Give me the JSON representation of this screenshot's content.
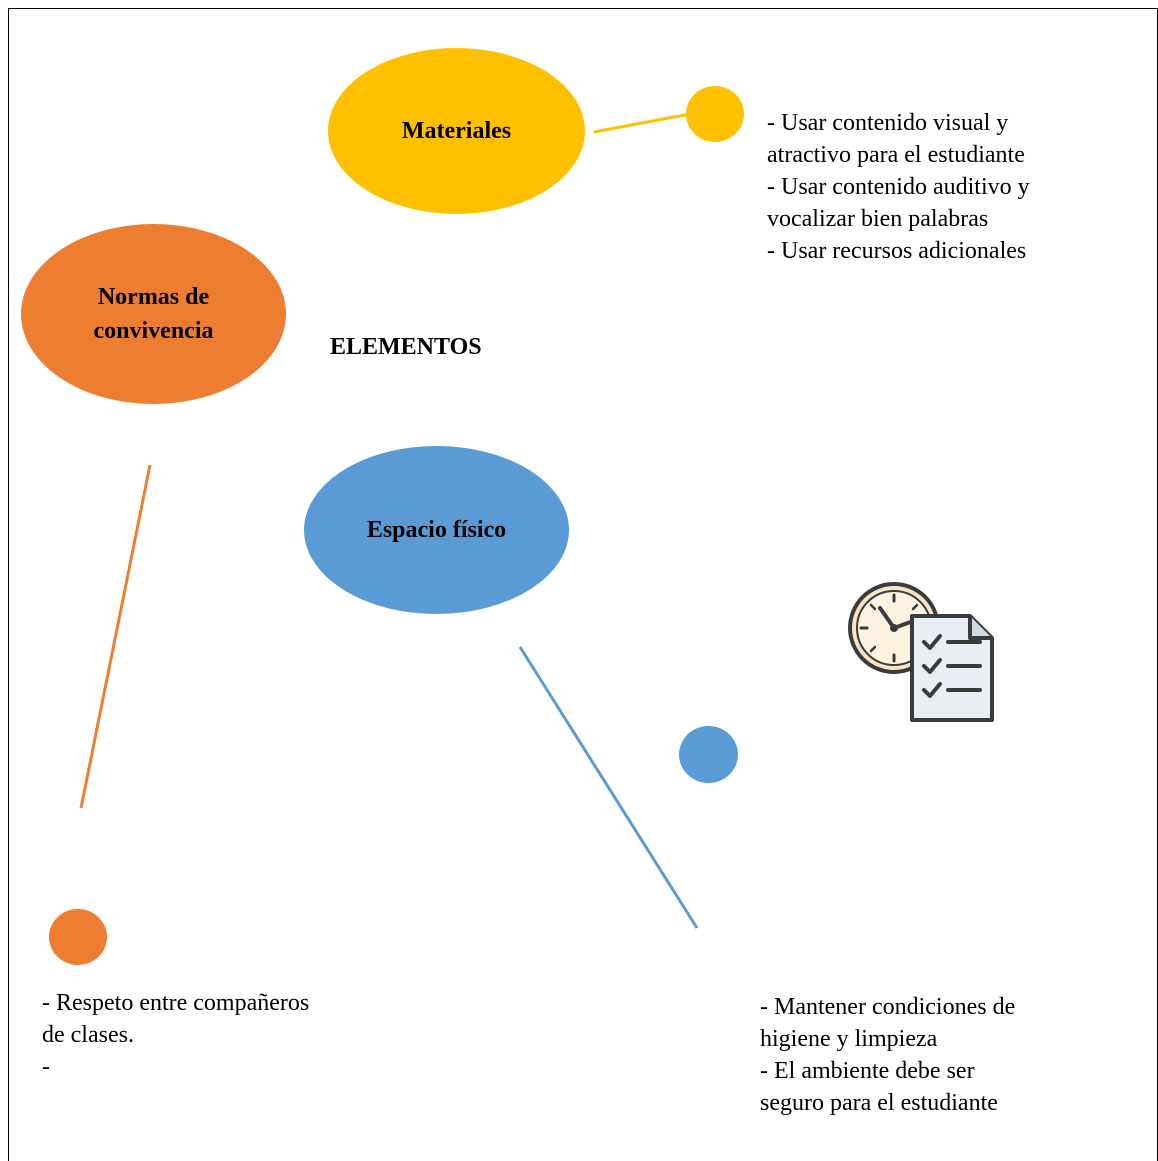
{
  "diagram": {
    "center_label": "ELEMENTOS",
    "colors": {
      "materiales": "#ffc000",
      "normas": "#ed7d31",
      "espacio": "#5b9bd5",
      "frame": "#000000"
    },
    "nodes": {
      "materiales": {
        "title": "Materiales",
        "notes": [
          "- Usar contenido visual y",
          "atractivo para el estudiante",
          "- Usar contenido auditivo y",
          "vocalizar bien palabras",
          "- Usar recursos adicionales"
        ]
      },
      "normas": {
        "title_line1": "Normas de",
        "title_line2": "convivencia",
        "notes": [
          "- Respeto entre compañeros",
          "de clases.",
          "-"
        ]
      },
      "espacio": {
        "title": "Espacio físico",
        "notes": [
          "- Mantener condiciones de",
          "higiene y limpieza",
          "- El ambiente debe ser",
          "seguro para el estudiante"
        ]
      }
    },
    "icon": "clock-checklist-icon"
  }
}
